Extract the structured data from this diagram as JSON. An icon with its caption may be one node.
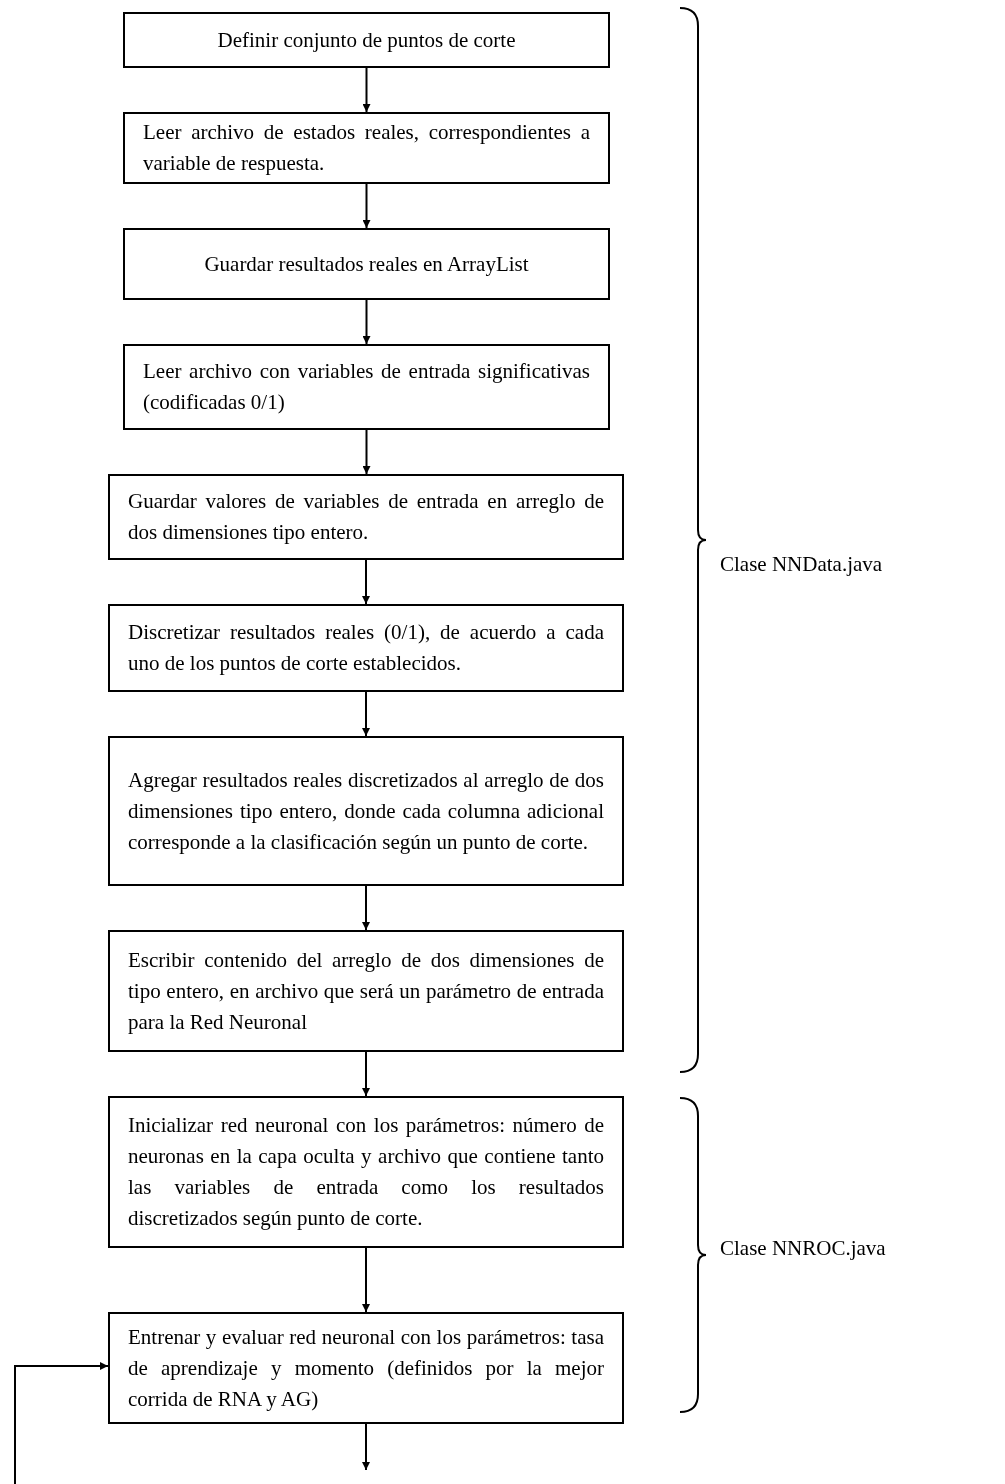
{
  "diagram": {
    "nodes": [
      {
        "text": [
          "Definir conjunto de puntos de corte"
        ]
      },
      {
        "text": [
          "Leer archivo de estados reales, correspondientes a  variable de respuesta."
        ]
      },
      {
        "text": [
          "Guardar resultados reales en ArrayList"
        ]
      },
      {
        "text": [
          "Leer archivo con variables de entrada significativas (codificadas 0/1)"
        ]
      },
      {
        "text": [
          "Guardar valores de variables de entrada en arreglo de dos dimensiones tipo entero."
        ]
      },
      {
        "text": [
          "Discretizar resultados reales (0/1), de acuerdo a cada uno de los puntos de corte establecidos."
        ]
      },
      {
        "text": [
          "Agregar resultados reales discretizados al arreglo de dos dimensiones tipo entero, donde cada columna adicional corresponde a la clasificación según un punto de corte."
        ]
      },
      {
        "text": [
          "Escribir contenido del arreglo de dos dimensiones de tipo entero, en archivo que será un parámetro de entrada para la Red Neuronal"
        ]
      },
      {
        "text": [
          "Inicializar red neuronal con los parámetros: número de neuronas en la capa oculta y archivo que contiene tanto las variables de entrada  como los resultados discretizados según punto de corte."
        ]
      },
      {
        "text": [
          "Entrenar y evaluar red neuronal con los parámetros: tasa de aprendizaje y momento (definidos por la mejor corrida de RNA y AG)"
        ]
      }
    ],
    "edges": [
      {
        "from": 0,
        "to": 1,
        "arrow": "to"
      },
      {
        "from": 1,
        "to": 2,
        "arrow": "to"
      },
      {
        "from": 2,
        "to": 3,
        "arrow": "to"
      },
      {
        "from": 3,
        "to": 4,
        "arrow": "to"
      },
      {
        "from": 4,
        "to": 5,
        "arrow": "to"
      },
      {
        "from": 5,
        "to": 6,
        "arrow": "to"
      },
      {
        "from": 6,
        "to": 7,
        "arrow": "to"
      },
      {
        "from": 7,
        "to": 8,
        "arrow": "to"
      },
      {
        "from": 8,
        "to": 9,
        "arrow": "to"
      },
      {
        "from": 9,
        "to": null,
        "arrow": "to"
      },
      {
        "from": null,
        "to": 9,
        "arrow": "to"
      }
    ],
    "labels": [
      "Clase NNData.java",
      "Clase NNROC.java"
    ]
  }
}
